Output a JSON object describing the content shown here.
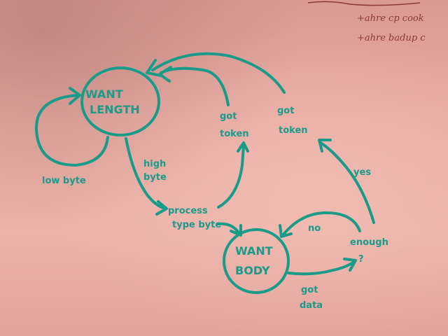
{
  "states": {
    "want_length": {
      "line1": "WANT",
      "line2": "LENGTH"
    },
    "want_body": {
      "line1": "WANT",
      "line2": "BODY"
    }
  },
  "labels": {
    "low_byte": "low byte",
    "high_byte": {
      "line1": "high",
      "line2": "byte"
    },
    "process_type_byte": {
      "line1": "process",
      "line2": "type byte"
    },
    "got_token_left": {
      "line1": "got",
      "line2": "token"
    },
    "got_token_right": {
      "line1": "got",
      "line2": "token"
    },
    "yes": "yes",
    "no": "no",
    "enough": {
      "line1": "enough",
      "line2": "?"
    },
    "got_data": {
      "line1": "got",
      "line2": "data"
    }
  },
  "notes": {
    "line1": "+ahre cp cook",
    "line2": "+ahre badup c"
  },
  "colors": {
    "marker_ink": "#1a9b8a",
    "note_ink": "#8a3a33",
    "whiteboard": "#e7aaa2"
  }
}
